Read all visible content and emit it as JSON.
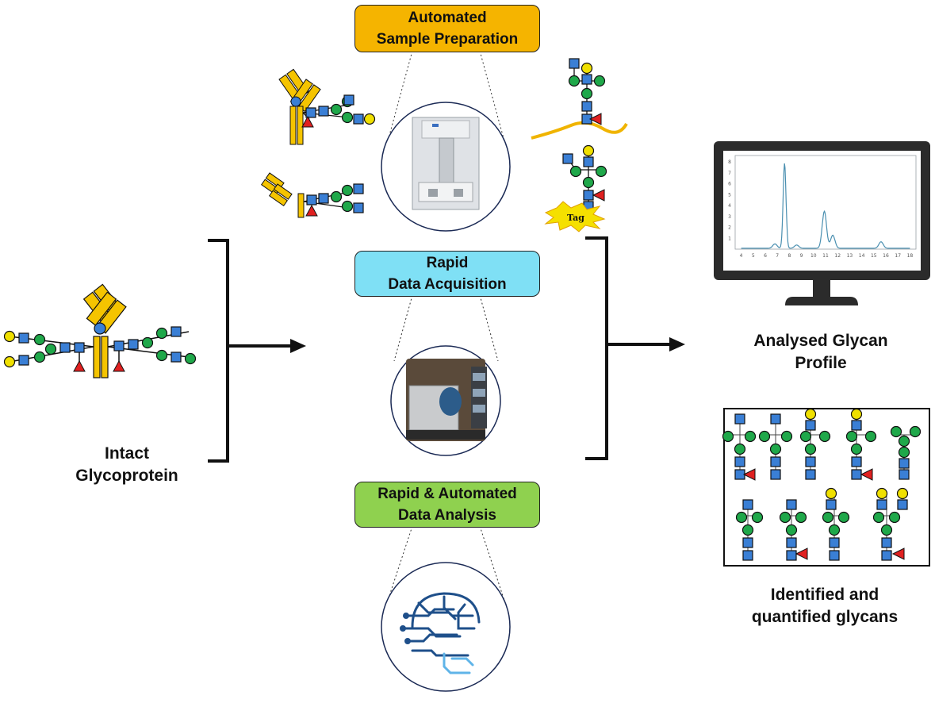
{
  "stages": {
    "sample_preparation": {
      "line1": "Automated",
      "line2": "Sample Preparation",
      "color": "#f5b400"
    },
    "data_acquisition": {
      "line1": "Rapid",
      "line2": "Data Acquisition",
      "color": "#7fe0f5"
    },
    "data_analysis": {
      "line1": "Rapid & Automated",
      "line2": "Data Analysis",
      "color": "#8fd14f"
    }
  },
  "input": {
    "line1": "Intact",
    "line2": "Glycoprotein"
  },
  "outputs": {
    "profile": {
      "line1": "Analysed Glycan",
      "line2": "Profile"
    },
    "identified": {
      "line1": "Identified and",
      "line2": "quantified glycans"
    }
  },
  "tag_label": "Tag",
  "chromatogram": {
    "x_ticks": [
      "4",
      "5",
      "6",
      "7",
      "8",
      "9",
      "10",
      "11",
      "12",
      "13",
      "14",
      "15",
      "16",
      "17",
      "18"
    ],
    "y_ticks": [
      "8",
      "7",
      "6",
      "5",
      "4",
      "3",
      "2",
      "1"
    ],
    "peaks": [
      {
        "x": 6.8,
        "y": 0.4
      },
      {
        "x": 7.6,
        "y": 7.8
      },
      {
        "x": 8.6,
        "y": 0.3
      },
      {
        "x": 10.9,
        "y": 3.4
      },
      {
        "x": 11.6,
        "y": 1.2
      },
      {
        "x": 15.6,
        "y": 0.6
      }
    ]
  },
  "colors": {
    "glcnac": "#3a7fd5",
    "mannose": "#1fa84a",
    "galactose": "#f0e000",
    "fucose": "#e02020",
    "antibody": "#f5c400",
    "arrow": "#111111",
    "monitor": "#2b2b2b",
    "trace": "#4a8fb0"
  }
}
